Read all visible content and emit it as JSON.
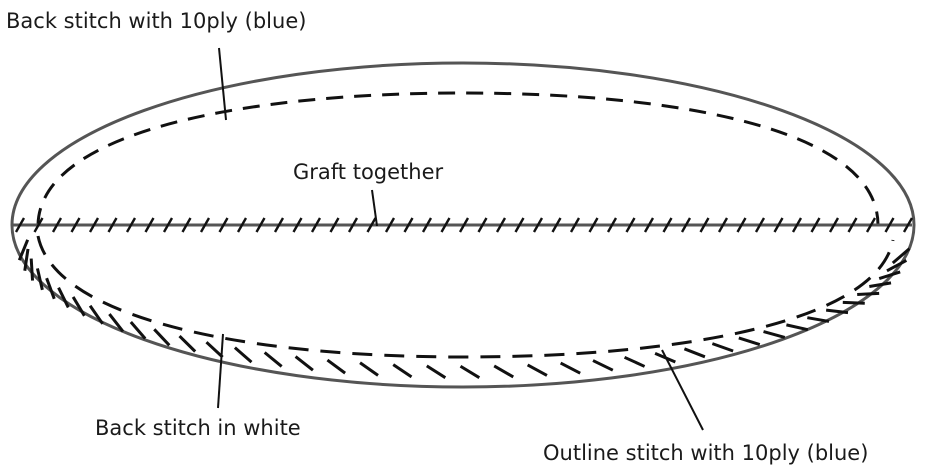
{
  "labels": {
    "back_stitch_blue": "Back stitch with 10ply (blue)",
    "graft_together": "Graft together",
    "back_stitch_white": "Back stitch in white",
    "outline_stitch_blue": "Outline stitch with 10ply (blue)"
  },
  "colors": {
    "outline": "#555555",
    "stitch": "#111111",
    "leader": "#111111"
  }
}
